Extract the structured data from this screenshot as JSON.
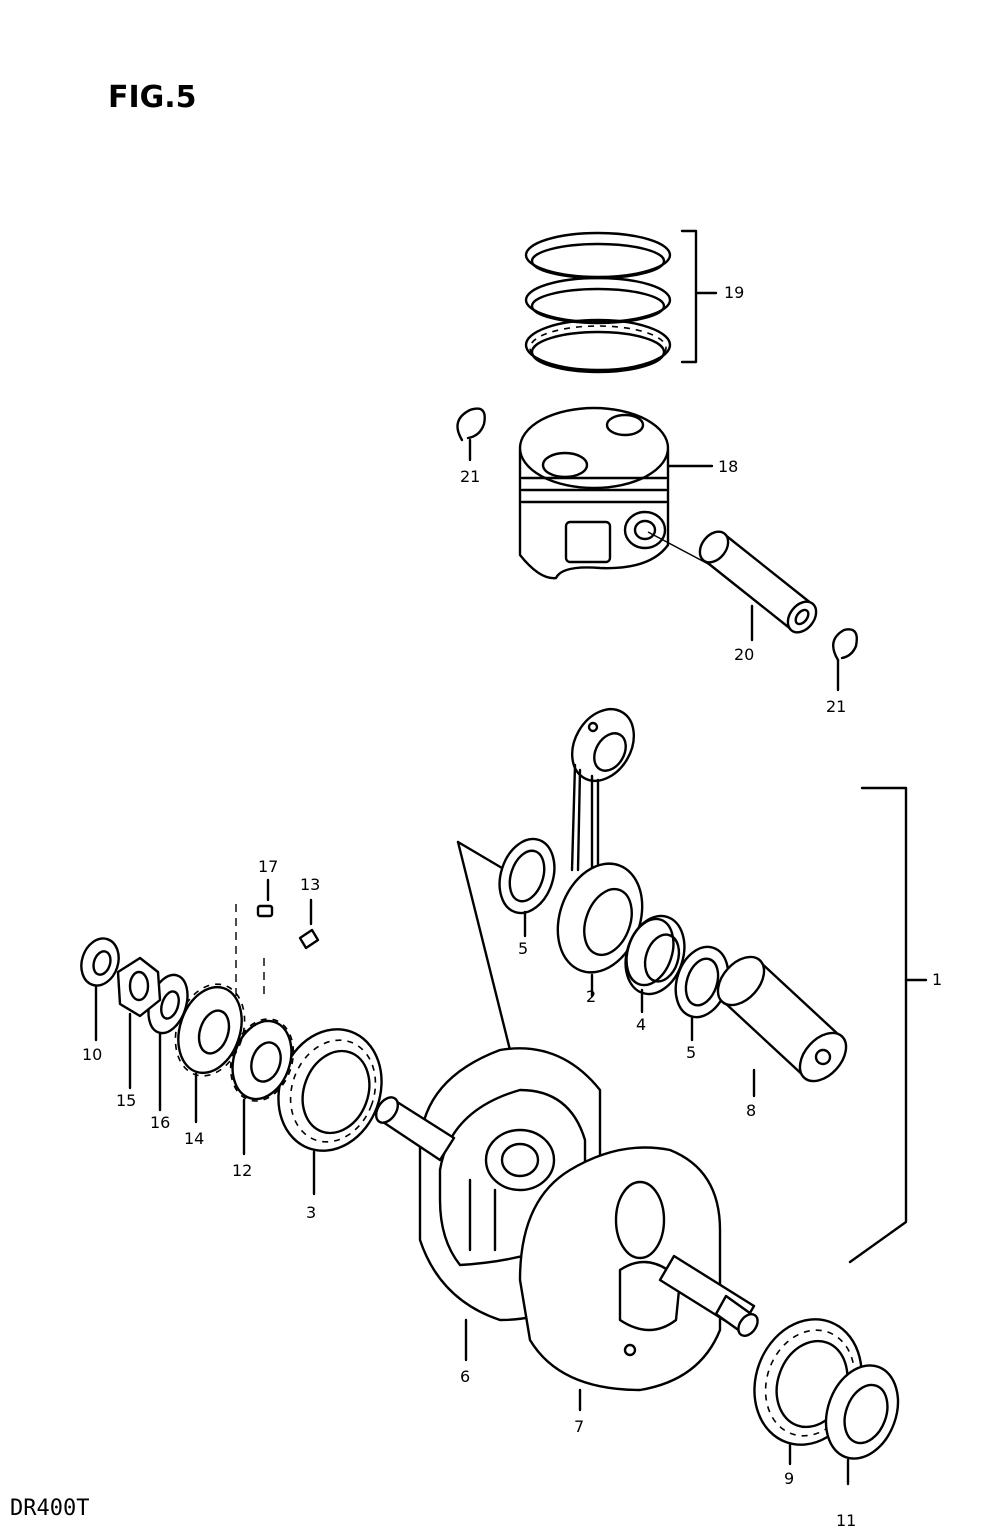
{
  "figure": {
    "title": "FIG.5",
    "model": "DR400T"
  },
  "callouts": {
    "c1": "1",
    "c2": "2",
    "c3": "3",
    "c4": "4",
    "c5a": "5",
    "c5b": "5",
    "c6": "6",
    "c7": "7",
    "c8": "8",
    "c9": "9",
    "c10": "10",
    "c11": "11",
    "c12": "12",
    "c13": "13",
    "c14": "14",
    "c15": "15",
    "c16": "16",
    "c17": "17",
    "c18": "18",
    "c19": "19",
    "c20": "20",
    "c21a": "21",
    "c21b": "21"
  },
  "parts": [
    "crankshaft-assembly",
    "connecting-rod",
    "bearing",
    "needle-bearing",
    "thrust-washer",
    "crank-left",
    "crank-right",
    "crank-pin",
    "bearing",
    "oil-seal",
    "oil-seal",
    "primary-gear",
    "key",
    "oil-pump-gear",
    "nut",
    "washer",
    "key",
    "piston",
    "piston-ring-set",
    "piston-pin",
    "circlip"
  ]
}
